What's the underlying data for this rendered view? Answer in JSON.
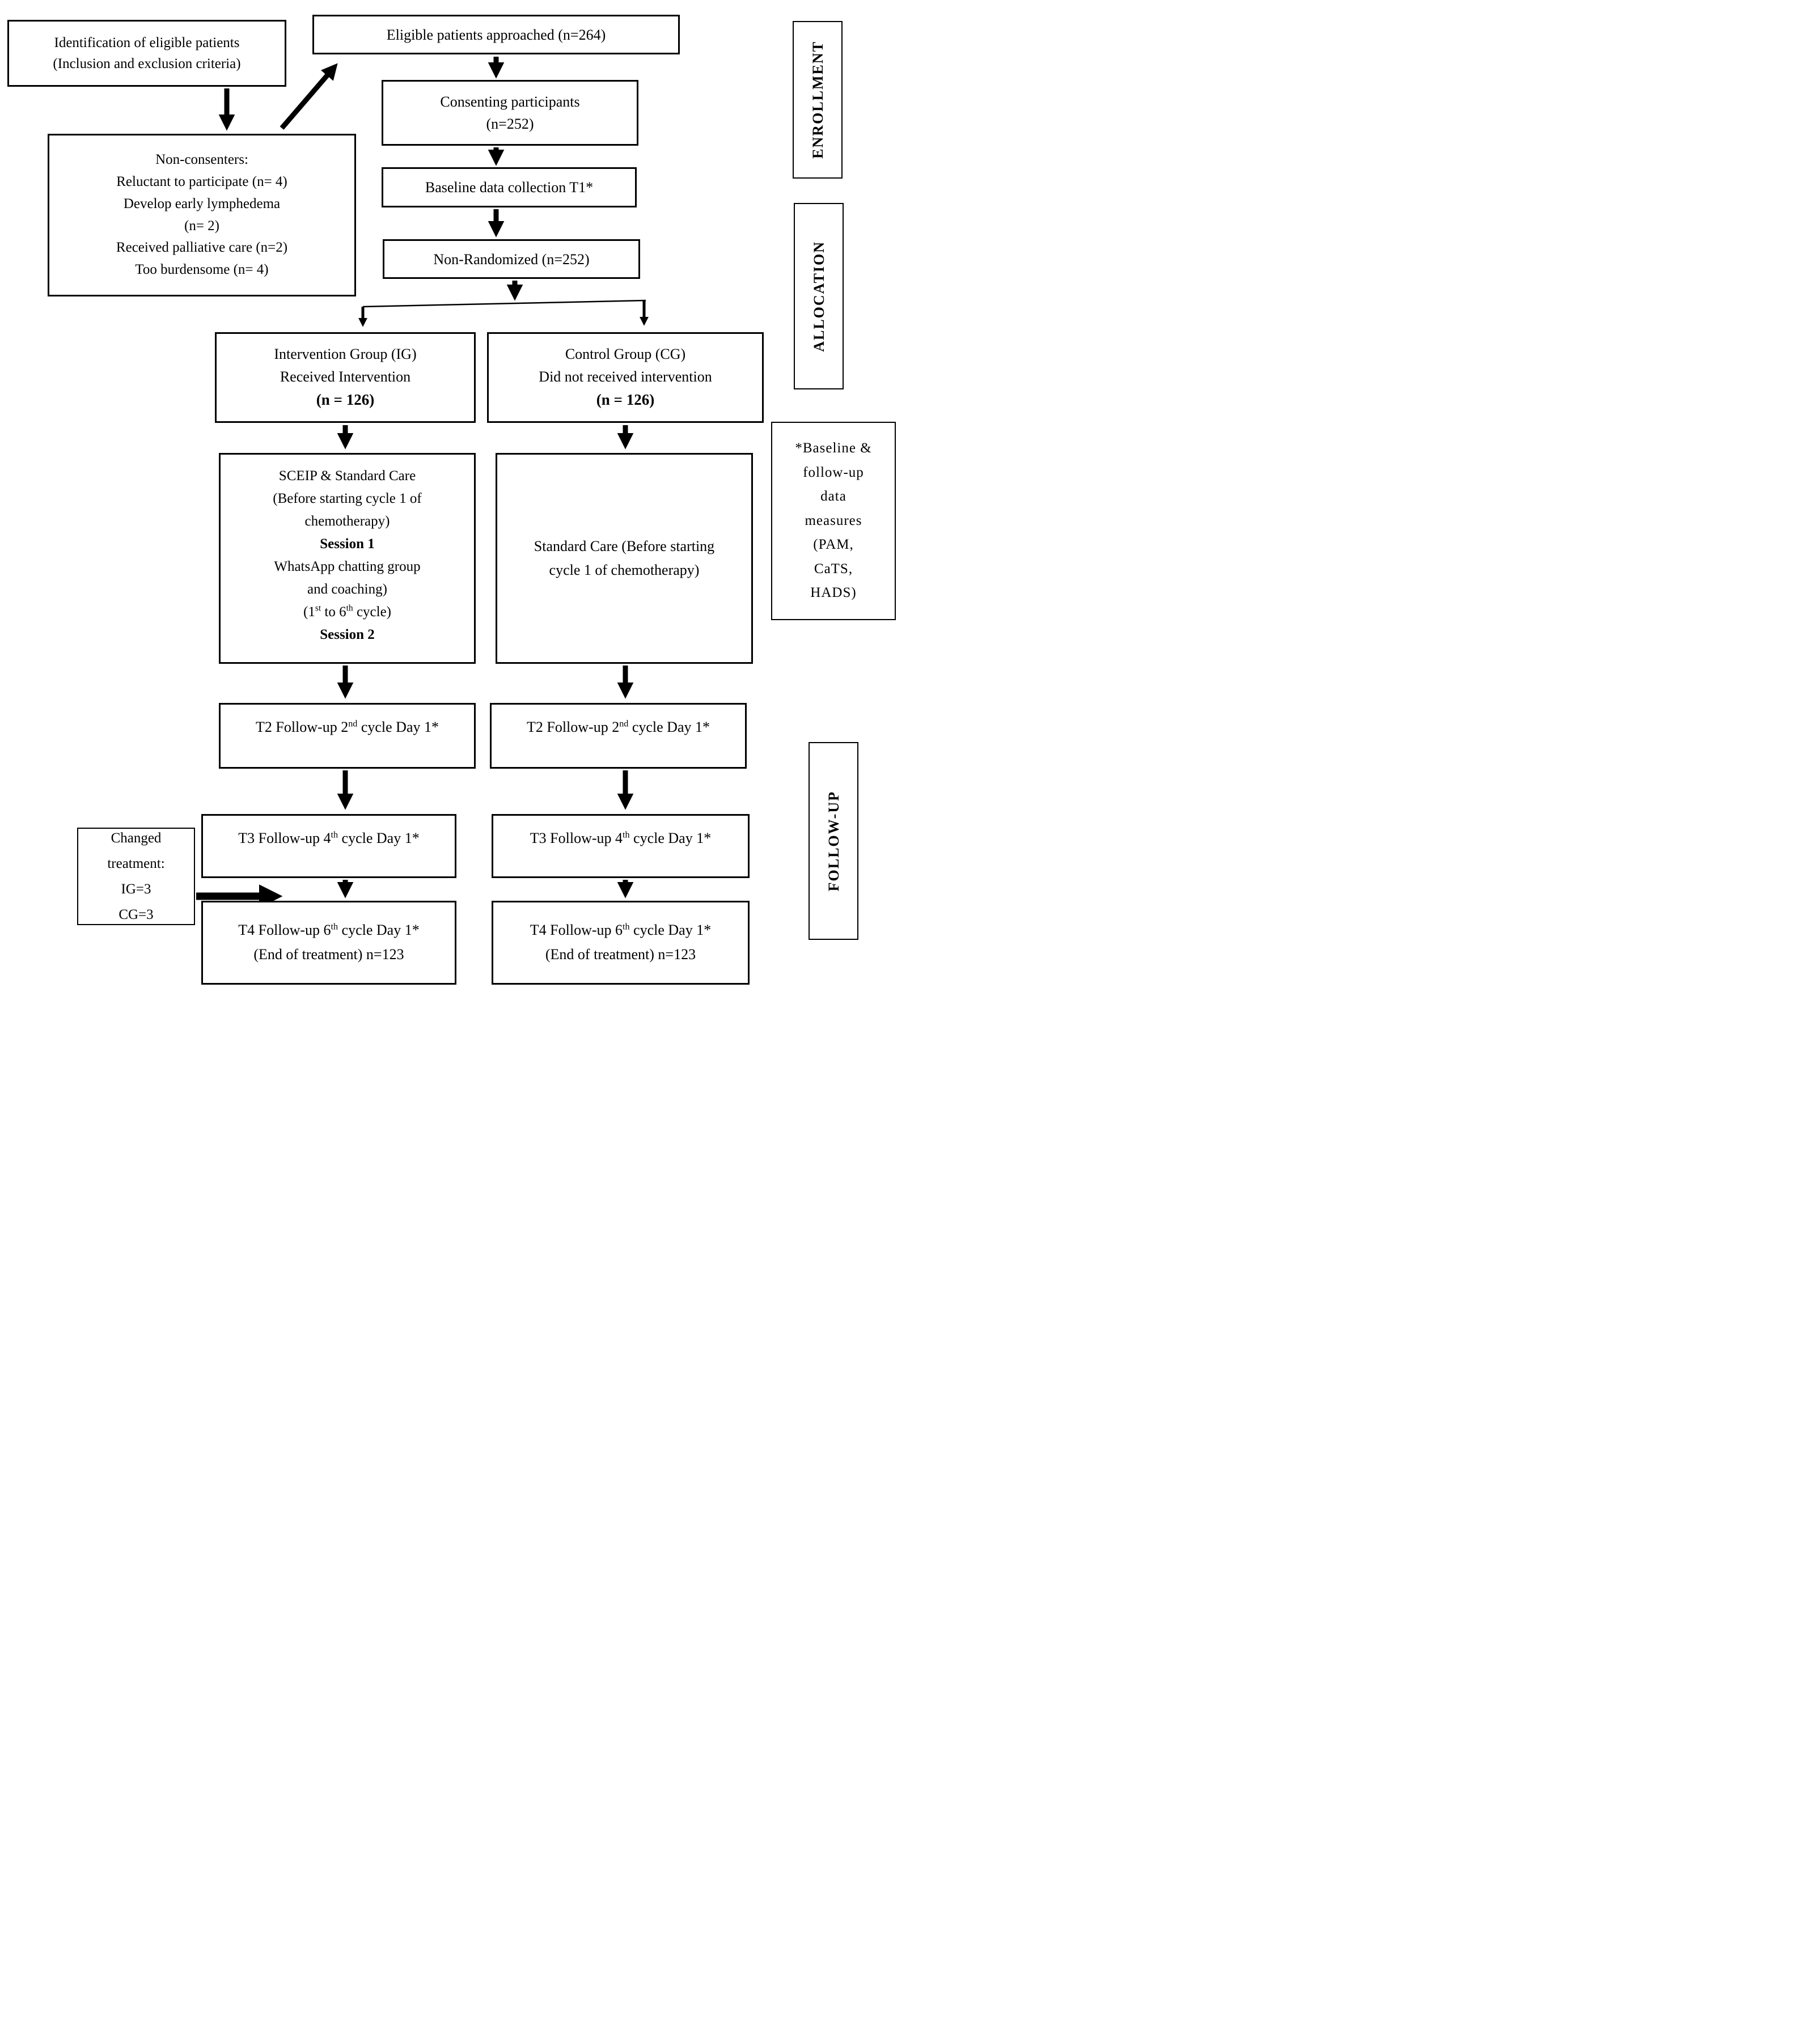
{
  "stages": {
    "enrollment": "ENROLLMENT",
    "allocation": "ALLOCATION",
    "followup": "FOLLOW-UP"
  },
  "boxes": {
    "identification": {
      "line1": "Identification of eligible patients",
      "line2": "(Inclusion and exclusion criteria)"
    },
    "eligible": {
      "text": "Eligible patients approached (n=264)"
    },
    "consenting": {
      "line1": "Consenting participants",
      "line2": "(n=252)"
    },
    "baseline": {
      "text": "Baseline data collection T1*"
    },
    "nonrandomized": {
      "text": "Non-Randomized (n=252)"
    },
    "nonconsenters": {
      "lines": [
        "Non-consenters:",
        "Reluctant to participate (n= 4)",
        "Develop early lymphedema",
        "(n= 2)",
        "Received palliative care (n=2)",
        "Too burdensome (n= 4)"
      ]
    },
    "ig": {
      "line1": "Intervention Group (IG)",
      "line2": "Received Intervention",
      "line3": "(n = 126)"
    },
    "cg": {
      "line1": "Control Group (CG)",
      "line2": "Did not received intervention",
      "line3": "(n = 126)"
    },
    "sceip": {
      "line1": "SCEIP & Standard Care",
      "line2": "(Before starting cycle 1 of",
      "line3": "chemotherapy)",
      "line4": "Session 1",
      "line5": "WhatsApp chatting group",
      "line6": "and coaching)",
      "line7_parts": [
        "(1",
        "st",
        " to 6",
        "th",
        " cycle)"
      ],
      "line8": "Session 2"
    },
    "standardcare": {
      "line1": "Standard Care (Before starting",
      "line2": "cycle 1 of chemotherapy)"
    },
    "note": {
      "lines": [
        "*Baseline &",
        "follow-up",
        "data",
        "measures",
        "(PAM,",
        "CaTS,",
        "HADS)"
      ]
    },
    "t2_ig": {
      "pre": "T2 Follow-up 2",
      "sup": "nd",
      "post": " cycle Day 1*"
    },
    "t2_cg": {
      "pre": "T2 Follow-up 2",
      "sup": "nd",
      "post": " cycle Day 1*"
    },
    "t3_ig": {
      "pre": "T3 Follow-up 4",
      "sup": "th",
      "post": " cycle Day 1*"
    },
    "t3_cg": {
      "pre": "T3 Follow-up 4",
      "sup": "th",
      "post": " cycle Day 1*"
    },
    "t4_ig": {
      "pre": "T4 Follow-up 6",
      "sup": "th",
      "post": " cycle Day 1*",
      "line2": "(End of treatment) n=123"
    },
    "t4_cg": {
      "pre": "T4 Follow-up 6",
      "sup": "th",
      "post": " cycle Day 1*",
      "line2": "(End of treatment) n=123"
    },
    "changed": {
      "lines": [
        "Changed",
        "treatment:",
        "IG=3",
        "CG=3"
      ]
    }
  }
}
